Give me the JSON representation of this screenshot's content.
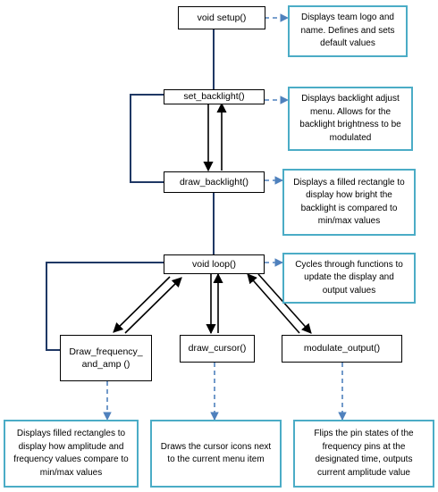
{
  "nodes": {
    "setup": "void setup()",
    "set_backlight": "set_backlight()",
    "draw_backlight": "draw_backlight()",
    "loop": "void loop()",
    "draw_freq": "Draw_frequency_\nand_amp ()",
    "draw_cursor": "draw_cursor()",
    "modulate": "modulate_output()"
  },
  "notes": {
    "setup": "Displays team logo and\nname. Defines and sets\ndefault values",
    "set_backlight": "Displays backlight adjust\nmenu. Allows for the\nbacklight brightness to be\nmodulated",
    "draw_backlight": "Displays a filled rectangle to\ndisplay how bright the\nbacklight is compared to\nmin/max values",
    "loop": "Cycles through functions to\nupdate the display and\noutput values",
    "draw_freq": "Displays filled rectangles to\ndisplay how amplitude and\nfrequency values compare to\nmin/max values",
    "draw_cursor": "Draws the cursor icons next\nto the current menu item",
    "modulate": "Flips the pin states of the\nfrequency pins at the\ndesignated time, outputs\ncurrent amplitude value"
  },
  "colors": {
    "flow": "#1f3864",
    "arrow": "#000000",
    "note_border": "#4bacc6",
    "dashed": "#4f81bd"
  }
}
